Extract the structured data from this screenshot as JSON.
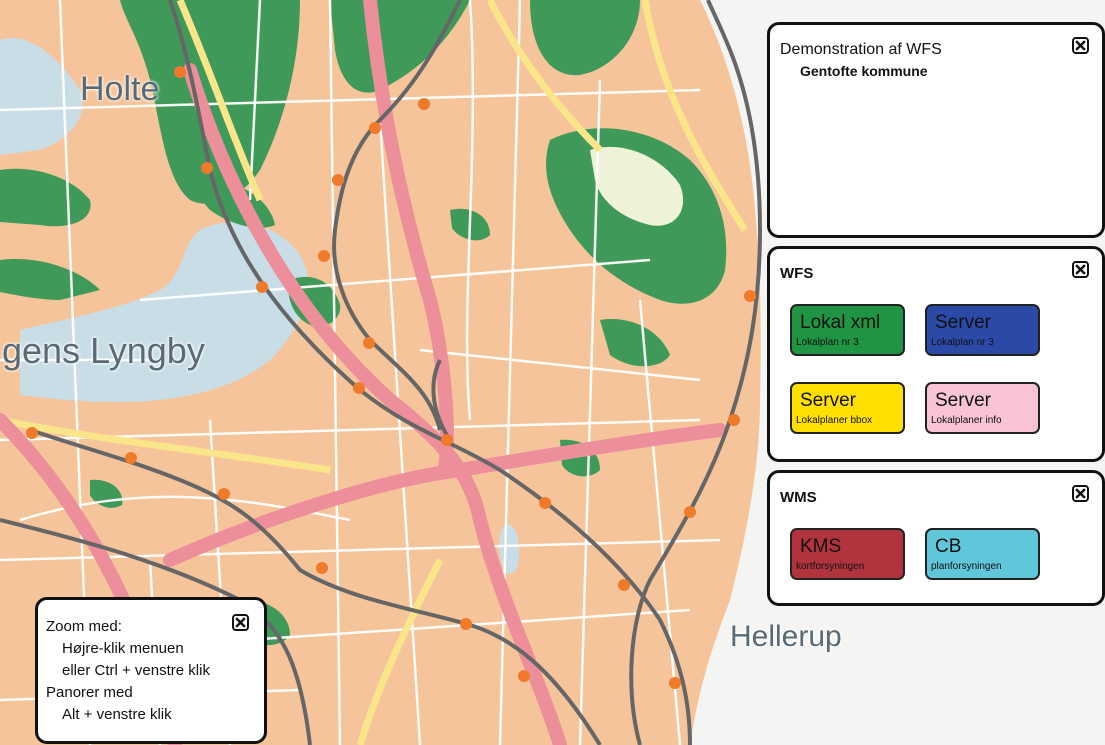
{
  "map": {
    "place_labels": [
      "Holte",
      "gens Lyngby",
      "Hellerup"
    ],
    "colors": {
      "urban": "#f5c49a",
      "green": "#3f9a59",
      "water": "#c9dde6",
      "road_major": "#ec8f9a",
      "road_minor": "#ffffff",
      "road_yellow": "#fbe58a",
      "rail": "#666666",
      "station": "#ee7a2a"
    }
  },
  "demo_panel": {
    "title": "Demonstration af WFS",
    "subtitle": "Gentofte kommune"
  },
  "wfs_panel": {
    "title": "WFS",
    "buttons": [
      {
        "label": "Lokal xml",
        "sub": "Lokalplan nr 3",
        "color": "#1f9442",
        "text_color": "#111111"
      },
      {
        "label": "Server",
        "sub": "Lokalplan nr 3",
        "color": "#2b4aa8",
        "text_color": "#111111"
      },
      {
        "label": "Server",
        "sub": "Lokalplaner bbox",
        "color": "#ffe000",
        "text_color": "#111111"
      },
      {
        "label": "Server",
        "sub": "Lokalplaner info",
        "color": "#f7c3d5",
        "text_color": "#111111"
      }
    ]
  },
  "wms_panel": {
    "title": "WMS",
    "buttons": [
      {
        "label": "KMS",
        "sub": "kortforsyningen",
        "color": "#b1343d",
        "text_color": "#111111"
      },
      {
        "label": "CB",
        "sub": "planforsyningen",
        "color": "#5fc7d9",
        "text_color": "#111111"
      }
    ]
  },
  "help_panel": {
    "lines": [
      "Zoom med:",
      "Højre-klik menuen",
      "eller Ctrl + venstre klik",
      "Panorer med",
      "Alt + venstre klik"
    ]
  }
}
